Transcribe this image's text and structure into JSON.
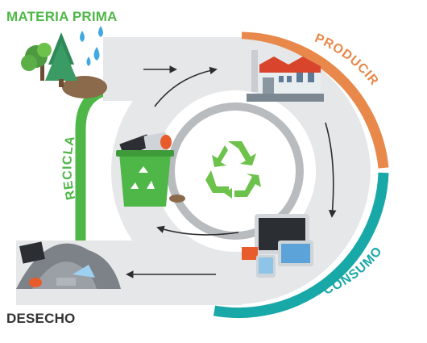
{
  "stages": {
    "raw_material": "MATERIA PRIMA",
    "produce": "PRODUCIR",
    "consumption": "CONSUMO",
    "waste": "DESECHO",
    "recycle": "RECICLAR"
  },
  "icons": {
    "center": "recycle-symbol-icon",
    "raw_material": "trees-and-water-drops-icon",
    "produce": "factory-icon",
    "consumption": "electronic-devices-icon",
    "waste": "garbage-pile-icon",
    "recycle": "recycling-bin-icon"
  },
  "colors": {
    "green": "#4fb748",
    "orange": "#e8884a",
    "teal": "#19a8a8",
    "dark_text": "#333333",
    "track": "#e6e7e8",
    "inner_ring": "#b9bcbf",
    "arrow": "#2d2d2d"
  }
}
